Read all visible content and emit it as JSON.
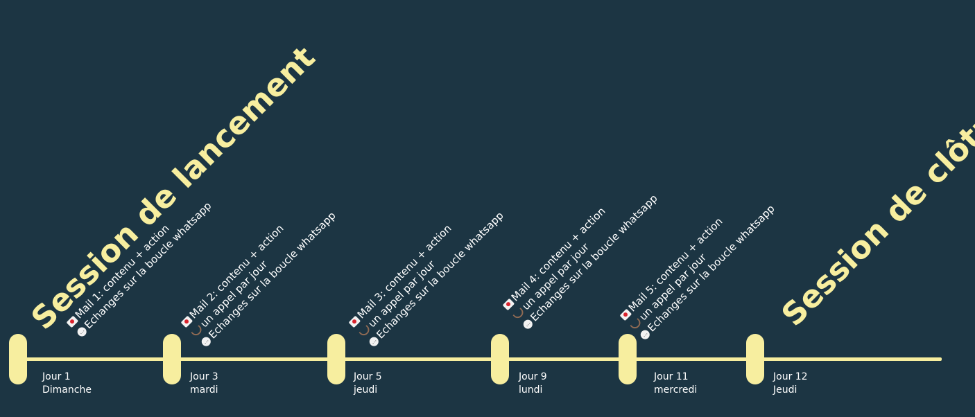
{
  "sessions": {
    "start": "Session de lancement",
    "end": "Session de clôture"
  },
  "days": [
    {
      "label": "Jour 1",
      "weekday": "Dimanche"
    },
    {
      "label": "Jour 3",
      "weekday": "mardi"
    },
    {
      "label": "Jour 5",
      "weekday": "jeudi"
    },
    {
      "label": "Jour 9",
      "weekday": "lundi"
    },
    {
      "label": "Jour 11",
      "weekday": "mercredi"
    },
    {
      "label": "Jour 12",
      "weekday": "Jeudi"
    }
  ],
  "notes": [
    {
      "mail": "Mail 1: contenu + action",
      "chat": "Echanges sur la boucle whatsapp"
    },
    {
      "mail": "Mail 2: contenu + action",
      "call": "un appel par jour",
      "chat": "Echanges sur la boucle whatsapp"
    },
    {
      "mail": "Mail 3: contenu + action",
      "call": "un appel par jour",
      "chat": "Echanges sur la boucle whatsapp"
    },
    {
      "mail": "Mail 4: contenu + action",
      "call": "un appel par jour",
      "chat": "Echanges sur la boucle whatsapp"
    },
    {
      "mail": "Mail 5: contenu + action",
      "call": "un appel par jour",
      "chat": "Echanges sur la boucle whatsapp"
    }
  ],
  "icons": {
    "mail": "mail-icon",
    "call": "phone-icon",
    "chat": "chat-bubble-icon"
  },
  "colors": {
    "background": "#1c3543",
    "accent": "#f7ee9f",
    "text": "#ffffff"
  }
}
